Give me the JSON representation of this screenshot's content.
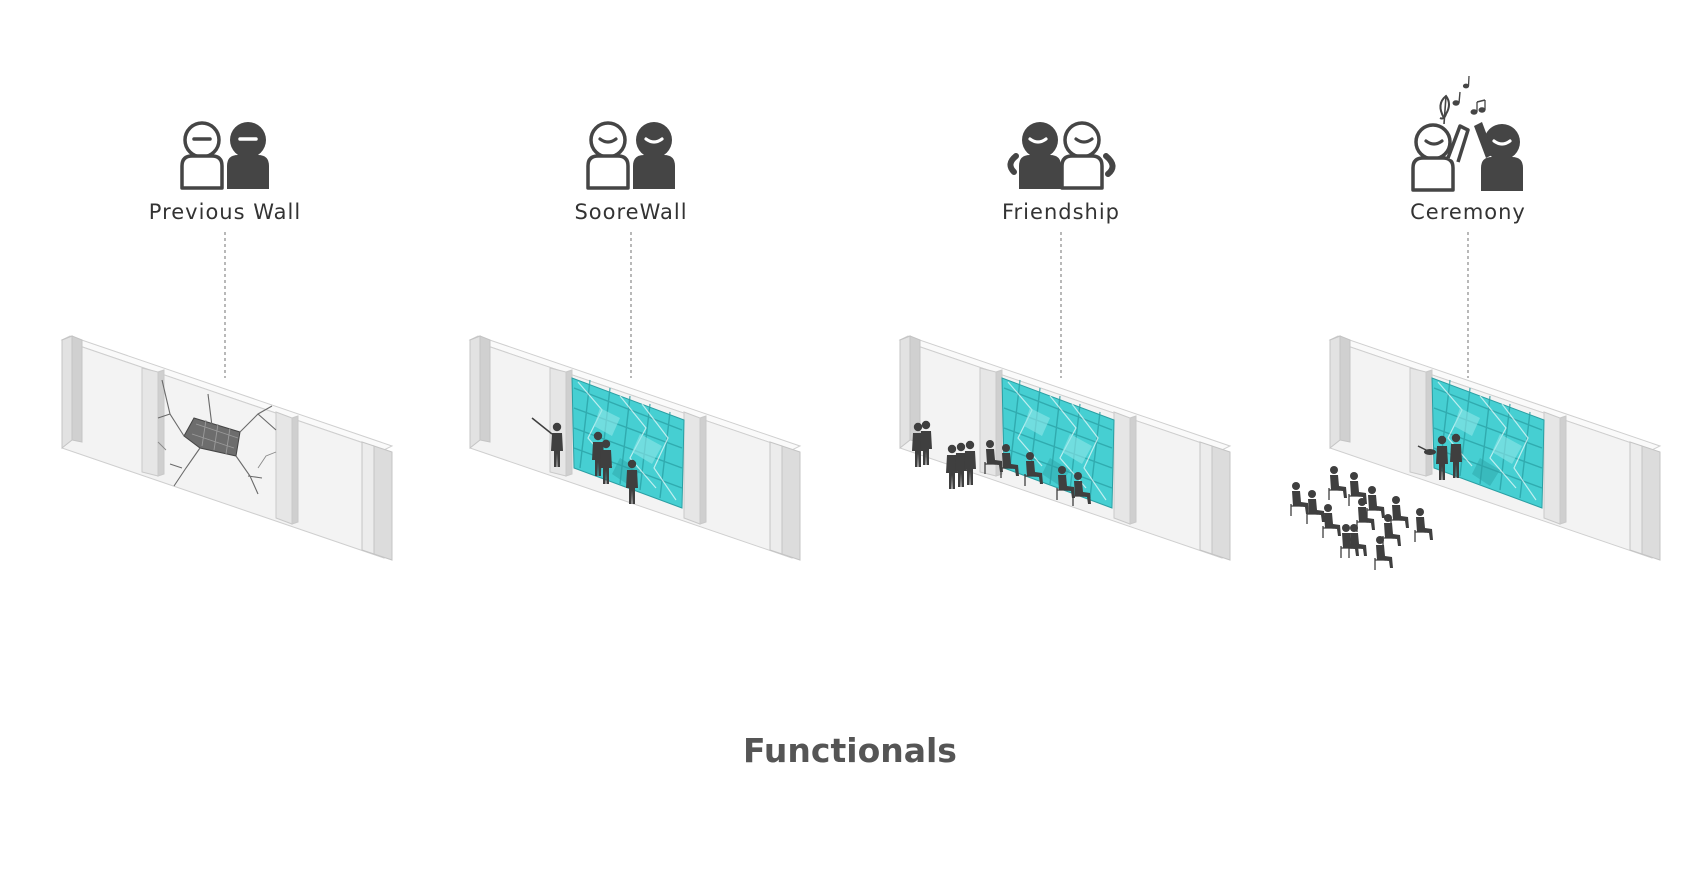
{
  "panels": [
    {
      "label": "Previous Wall",
      "icon": "two-people-neutral-icon",
      "wall": "cracked-wall"
    },
    {
      "label": "SooreWall",
      "icon": "two-people-smiling-icon",
      "wall": "patterned-wall"
    },
    {
      "label": "Friendship",
      "icon": "two-friends-hugging-icon",
      "wall": "patterned-wall"
    },
    {
      "label": "Ceremony",
      "icon": "two-people-high-five-icon",
      "wall": "patterned-wall"
    }
  ],
  "footer": {
    "title": "Functionals"
  },
  "colors": {
    "icon_dark": "#454545",
    "wall_face": "#f2f2f2",
    "wall_top": "#fafafa",
    "wall_edge": "#bdbdbd",
    "panel_cyan": "#46cfd2",
    "panel_dark": "#2a9fa3",
    "silhouette": "#3f3f3f",
    "leader": "#8a8a8a"
  }
}
